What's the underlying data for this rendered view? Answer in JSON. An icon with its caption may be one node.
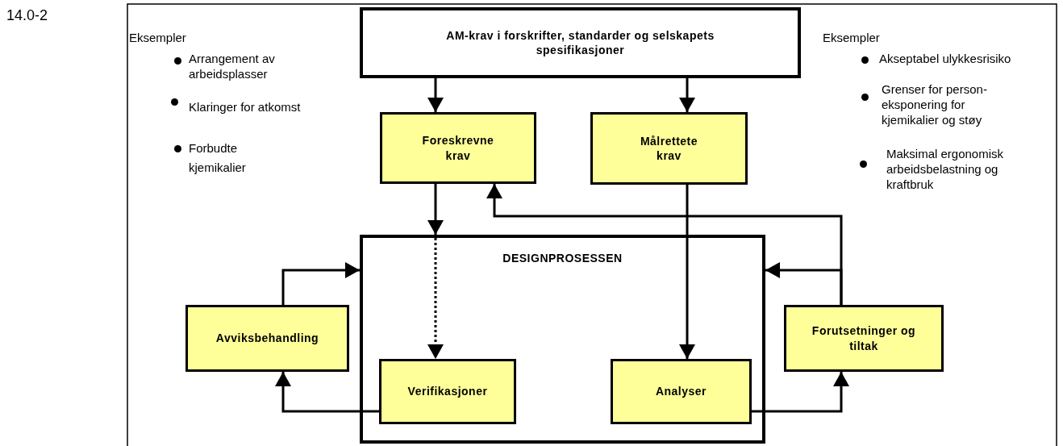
{
  "diagram": {
    "nodes": [
      {
        "text": [
          "AM-krav i forskrifter, standarder og selskapets spesifikasjoner"
        ]
      },
      {
        "text": [
          "Foreskrevne krav"
        ]
      },
      {
        "text": [
          "Målrettete krav"
        ]
      },
      {
        "text": [
          "DESIGNPROSESSEN"
        ]
      },
      {
        "text": [
          "Avviksbehandling"
        ]
      },
      {
        "text": [
          "Verifikasjoner"
        ],
        "in": 3
      },
      {
        "text": [
          "Analyser"
        ],
        "in": 3
      },
      {
        "text": [
          "Forutsetninger og tiltak"
        ]
      }
    ],
    "edges": [
      {
        "from": 0,
        "to": 1,
        "arrow": "to"
      },
      {
        "from": 0,
        "to": 2,
        "arrow": "to"
      },
      {
        "from": 1,
        "to": 3,
        "arrow": "to"
      },
      {
        "from": 3,
        "to": 5,
        "arrow": "to",
        "style": "dashed"
      },
      {
        "from": 2,
        "to": 6,
        "arrow": "to"
      },
      {
        "from": 7,
        "to": 1,
        "arrow": "to"
      },
      {
        "from": 7,
        "to": 3,
        "arrow": "to"
      },
      {
        "from": 4,
        "to": 3,
        "arrow": "to"
      },
      {
        "from": 5,
        "to": 4,
        "arrow": "to"
      },
      {
        "from": 6,
        "to": 7,
        "arrow": "to"
      }
    ],
    "labels": [
      "14.0-2",
      "Eksempler",
      "Arrangement av arbeidsplasser",
      "Klaringer for atkomst",
      "Forbudte kjemikalier",
      "Eksempler",
      "Akseptabel ulykkesrisiko",
      "Grenser for person- eksponering for kjemikalier og støy",
      "Maksimal ergonomisk arbeidsbelastning og kraftbruk"
    ]
  }
}
